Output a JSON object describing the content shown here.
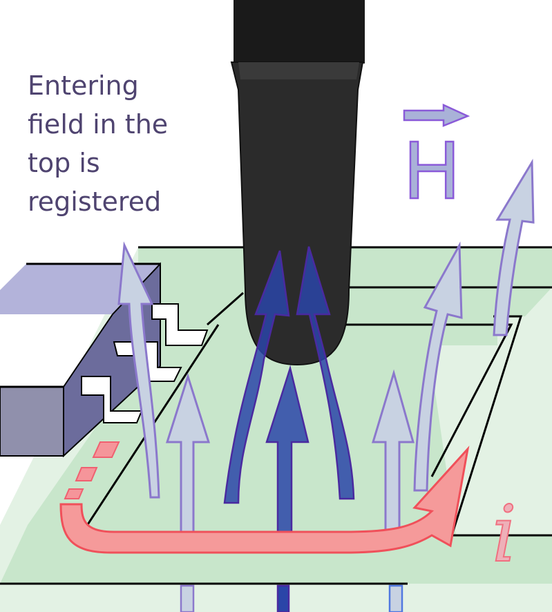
{
  "caption": {
    "lines": [
      "Entering",
      "field in the",
      "top is",
      "registered"
    ]
  },
  "labels": {
    "field_symbol": "H",
    "current_symbol": "i"
  },
  "colors": {
    "caption_text": "#4f4470",
    "board_green": "#c8e6cb",
    "board_light": "#e3f2e4",
    "chip_top": "#b3b3da",
    "chip_side": "#6c6c9c",
    "chip_front": "#9090ac",
    "probe_body": "#222222",
    "field_arrow_fill": "#c8d2e2",
    "field_arrow_stroke": "#8b78cc",
    "probe_arrow_fill": "#2a45a8",
    "probe_arrow_stroke": "#4a2aa0",
    "current_fill": "#f59a9a",
    "current_stroke": "#f0505a",
    "symbol_fill": "#a9b2d8",
    "symbol_stroke": "#8a5ad8"
  }
}
